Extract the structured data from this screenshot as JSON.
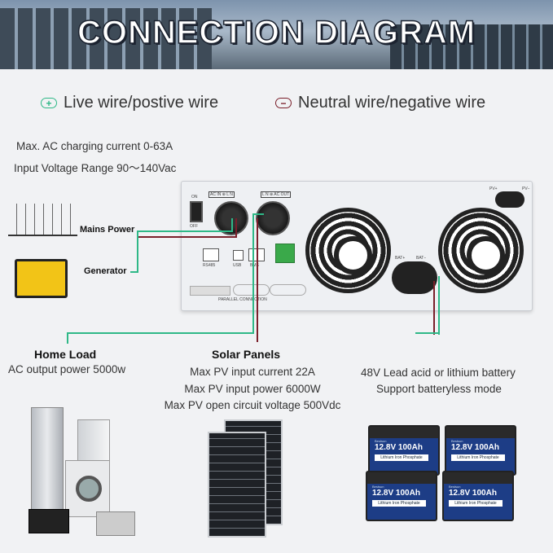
{
  "header": {
    "title": "CONNECTION DIAGRAM"
  },
  "legend": {
    "live": {
      "icon": "plus-pill-icon",
      "label": "Live wire/postive wire",
      "color": "#2fb887"
    },
    "neutral": {
      "icon": "minus-pill-icon",
      "label": "Neutral wire/negative wire",
      "color": "#7a1f2a"
    }
  },
  "specs": {
    "ac_charging": "Max. AC charging current 0-63A",
    "input_voltage": "Input Voltage Range 90～140Vac"
  },
  "inverter": {
    "switch_on": "ON",
    "switch_off": "OFF",
    "ac_in": "AC IN ⊕ L N",
    "ac_out": "L N ⊕ AC OUT",
    "rs485": "RS485",
    "usb": "USB",
    "bms": "BMS",
    "parallel": "PARALLEL CONNECTION",
    "bat_pos": "BAT+",
    "bat_neg": "BAT−",
    "pv_pos": "PV+",
    "pv_neg": "PV−"
  },
  "sources": {
    "mains": "Mains Power",
    "generator": "Generator"
  },
  "home_load": {
    "title": "Home Load",
    "line1": "AC output power 5000w"
  },
  "solar": {
    "title": "Solar Panels",
    "line1": "Max PV input current 22A",
    "line2": "Max PV input power 6000W",
    "line3": "Max PV open circuit voltage 500Vdc"
  },
  "battery": {
    "line1": "48V Lead acid or lithium battery",
    "line2": "Support batteryless mode",
    "label_voltage": "12.8V 100Ah",
    "label_type": "Lithium Iron Phosphate",
    "brand": "Bestsun"
  },
  "colors": {
    "live": "#2fb887",
    "neutral": "#7a1f2a"
  }
}
